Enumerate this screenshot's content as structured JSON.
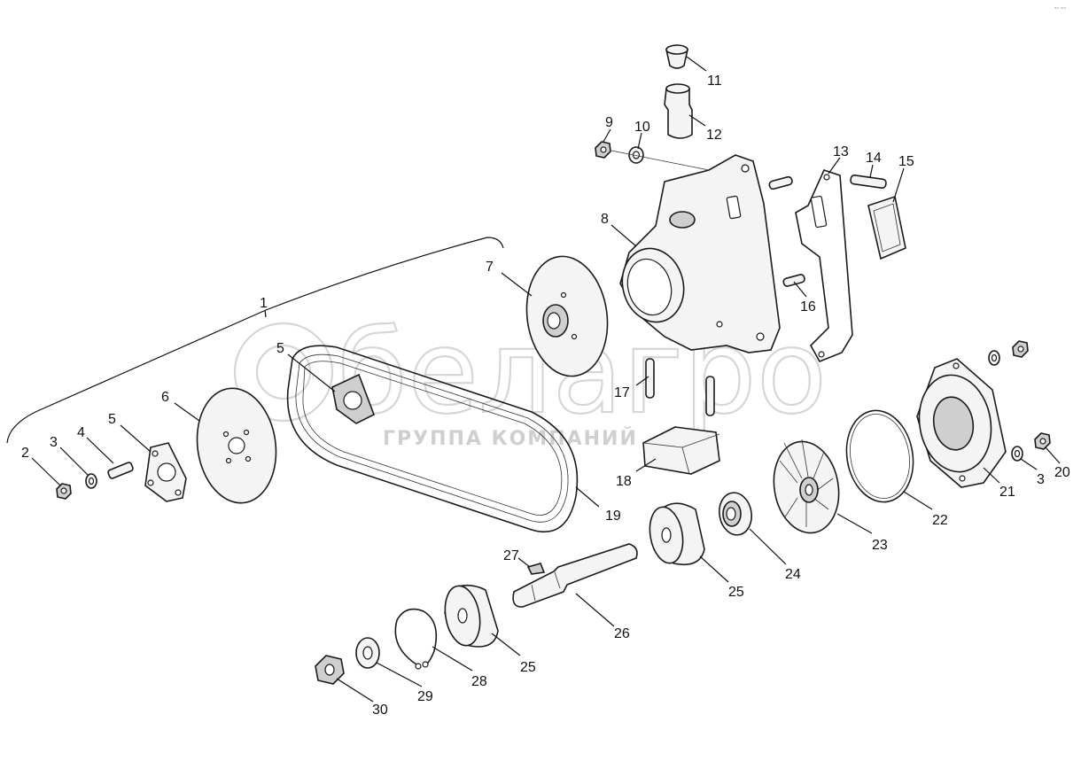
{
  "watermark": {
    "brand": "белагро",
    "subtitle": "ГРУППА КОМПАНИЙ"
  },
  "corner_mark": "ᵒʳⁱ ˢᵐ",
  "callouts": [
    "1",
    "2",
    "3",
    "4",
    "5",
    "6",
    "7",
    "8",
    "9",
    "10",
    "11",
    "12",
    "13",
    "14",
    "15",
    "16",
    "17",
    "18",
    "19",
    "20",
    "21",
    "22",
    "23",
    "24",
    "25",
    "26",
    "27",
    "28",
    "29",
    "30"
  ],
  "callout_3b": "3",
  "callout_5b": "5",
  "callout_25b": "25"
}
